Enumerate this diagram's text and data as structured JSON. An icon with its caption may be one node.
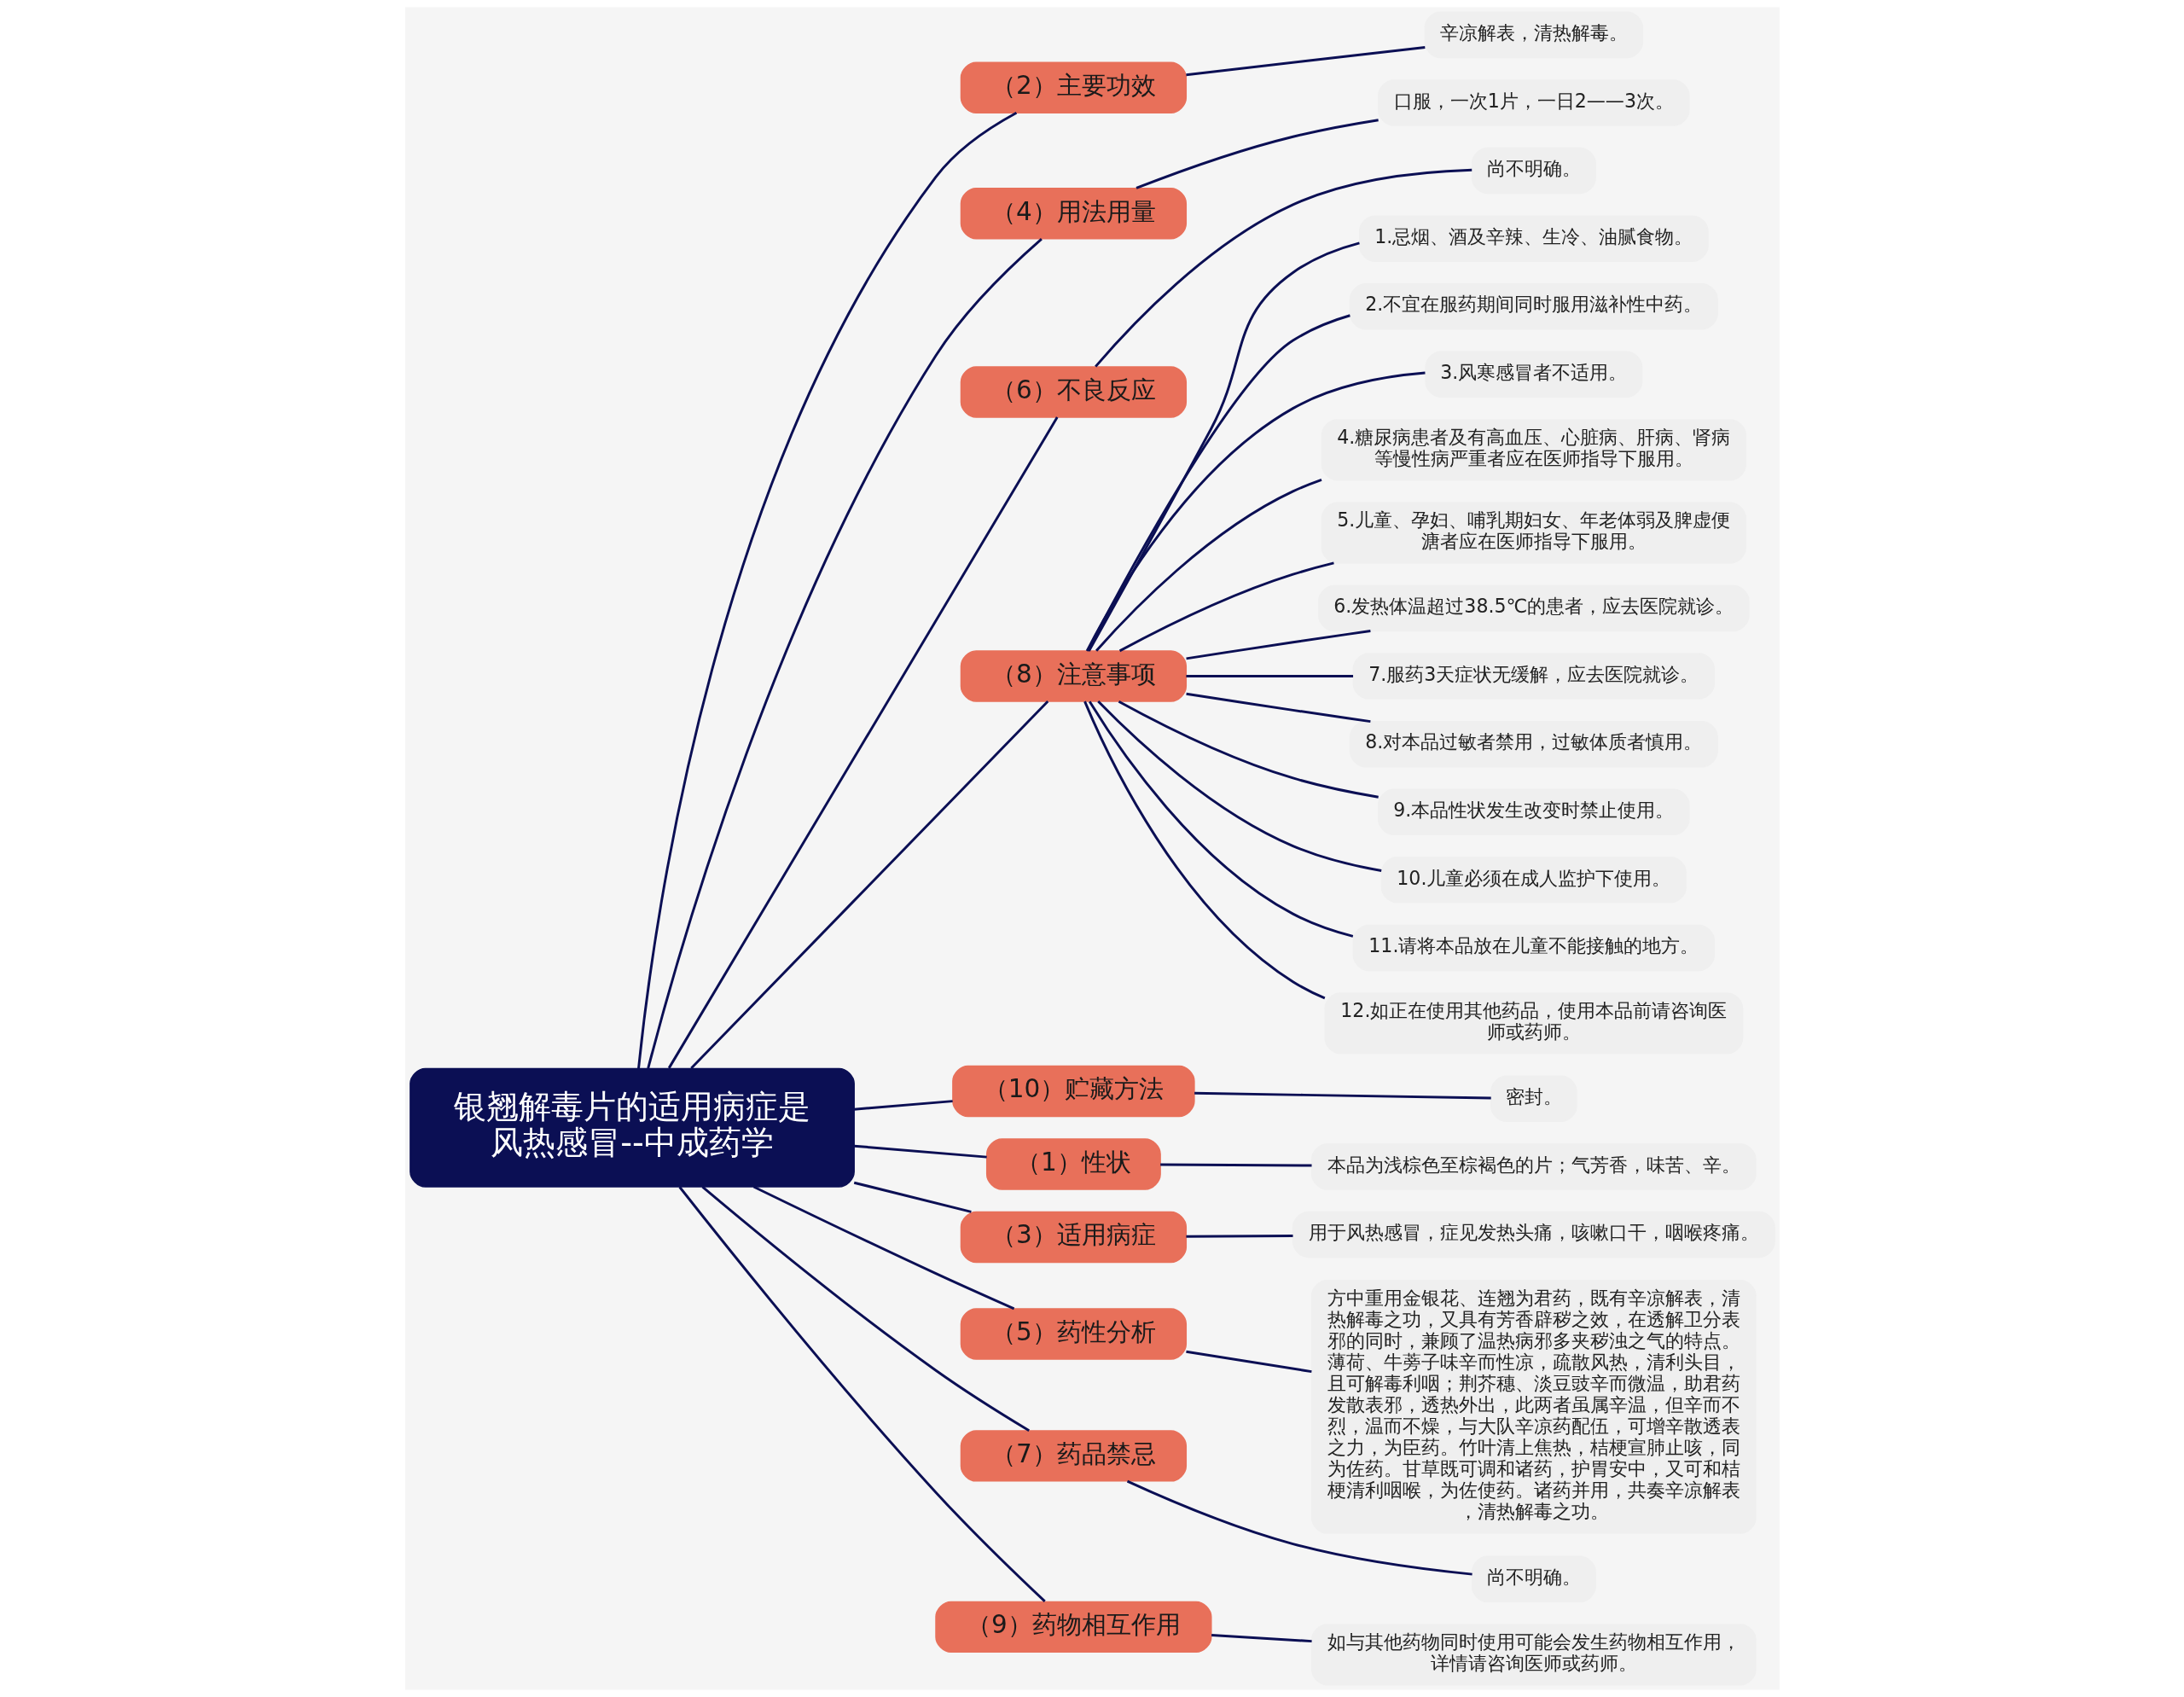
{
  "diagram": {
    "nodes": [
      {
        "text": [
          "银翘解毒片的适用病症是风热感冒--中成药学"
        ]
      },
      {
        "text": [
          "（2）主要功效"
        ]
      },
      {
        "text": [
          "辛凉解表，清热解毒。"
        ]
      },
      {
        "text": [
          "（4）用法用量"
        ]
      },
      {
        "text": [
          "口服，一次1片，一日2——3次。"
        ]
      },
      {
        "text": [
          "（6）不良反应"
        ]
      },
      {
        "text": [
          "尚不明确。"
        ]
      },
      {
        "text": [
          "（8）注意事项"
        ]
      },
      {
        "text": [
          "1.忌烟、酒及辛辣、生冷、油腻食物。"
        ]
      },
      {
        "text": [
          "2.不宜在服药期间同时服用滋补性中药。"
        ]
      },
      {
        "text": [
          "3.风寒感冒者不适用。"
        ]
      },
      {
        "text": [
          "4.糖尿病患者及有高血压、心脏病、肝病、肾病等慢性病严重者应在医师指导下服用。"
        ]
      },
      {
        "text": [
          "5.儿童、孕妇、哺乳期妇女、年老体弱及脾虚便溏者应在医师指导下服用。"
        ]
      },
      {
        "text": [
          "6.发热体温超过38.5℃的患者，应去医院就诊。"
        ]
      },
      {
        "text": [
          "7.服药3天症状无缓解，应去医院就诊。"
        ]
      },
      {
        "text": [
          "8.对本品过敏者禁用，过敏体质者慎用。"
        ]
      },
      {
        "text": [
          "9.本品性状发生改变时禁止使用。"
        ]
      },
      {
        "text": [
          "10.儿童必须在成人监护下使用。"
        ]
      },
      {
        "text": [
          "11.请将本品放在儿童不能接触的地方。"
        ]
      },
      {
        "text": [
          "12.如正在使用其他药品，使用本品前请咨询医师或药师。"
        ]
      },
      {
        "text": [
          "（10）贮藏方法"
        ]
      },
      {
        "text": [
          "密封。"
        ]
      },
      {
        "text": [
          "（1）性状"
        ]
      },
      {
        "text": [
          "本品为浅棕色至棕褐色的片；气芳香，味苦、辛。"
        ]
      },
      {
        "text": [
          "（3）适用病症"
        ]
      },
      {
        "text": [
          "用于风热感冒，症见发热头痛，咳嗽口干，咽喉疼痛。"
        ]
      },
      {
        "text": [
          "（5）药性分析"
        ]
      },
      {
        "text": [
          "方中重用金银花、连翘为君药，既有辛凉解表，清热解毒之功，又具有芳香辟秽之效，在透解卫分表邪的同时，兼顾了温热病邪多夹秽浊之气的特点。薄荷、牛蒡子味辛而性凉，疏散风热，清利头目，且可解毒利咽；荆芥穗、淡豆豉辛而微温，助君药发散表邪，透热外出，此两者虽属辛温，但辛而不烈，温而不燥，与大队辛凉药配伍，可增辛散透表之力，为臣药。竹叶清上焦热，桔梗宣肺止咳，同为佐药。甘草既可调和诸药，护胃安中，又可和桔梗清利咽喉，为佐使药。诸药并用，共奏辛凉解表，清热解毒之功。"
        ]
      },
      {
        "text": [
          "（7）药品禁忌"
        ]
      },
      {
        "text": [
          "尚不明确。"
        ]
      },
      {
        "text": [
          "（9）药物相互作用"
        ]
      },
      {
        "text": [
          "如与其他药物同时使用可能会发生药物相互作用，详情请咨询医师或药师。"
        ]
      }
    ],
    "edges": [
      {
        "from": 0,
        "to": 1,
        "arrow": "none"
      },
      {
        "from": 1,
        "to": 2,
        "arrow": "none"
      },
      {
        "from": 0,
        "to": 3,
        "arrow": "none"
      },
      {
        "from": 3,
        "to": 4,
        "arrow": "none"
      },
      {
        "from": 0,
        "to": 5,
        "arrow": "none"
      },
      {
        "from": 5,
        "to": 6,
        "arrow": "none"
      },
      {
        "from": 0,
        "to": 7,
        "arrow": "none"
      },
      {
        "from": 7,
        "to": 8,
        "arrow": "none"
      },
      {
        "from": 7,
        "to": 9,
        "arrow": "none"
      },
      {
        "from": 7,
        "to": 10,
        "arrow": "none"
      },
      {
        "from": 7,
        "to": 11,
        "arrow": "none"
      },
      {
        "from": 7,
        "to": 12,
        "arrow": "none"
      },
      {
        "from": 7,
        "to": 13,
        "arrow": "none"
      },
      {
        "from": 7,
        "to": 14,
        "arrow": "none"
      },
      {
        "from": 7,
        "to": 15,
        "arrow": "none"
      },
      {
        "from": 7,
        "to": 16,
        "arrow": "none"
      },
      {
        "from": 7,
        "to": 17,
        "arrow": "none"
      },
      {
        "from": 7,
        "to": 18,
        "arrow": "none"
      },
      {
        "from": 7,
        "to": 19,
        "arrow": "none"
      },
      {
        "from": 0,
        "to": 20,
        "arrow": "none"
      },
      {
        "from": 20,
        "to": 21,
        "arrow": "none"
      },
      {
        "from": 0,
        "to": 22,
        "arrow": "none"
      },
      {
        "from": 22,
        "to": 23,
        "arrow": "none"
      },
      {
        "from": 0,
        "to": 24,
        "arrow": "none"
      },
      {
        "from": 24,
        "to": 25,
        "arrow": "none"
      },
      {
        "from": 0,
        "to": 26,
        "arrow": "none"
      },
      {
        "from": 26,
        "to": 27,
        "arrow": "none"
      },
      {
        "from": 0,
        "to": 28,
        "arrow": "none"
      },
      {
        "from": 28,
        "to": 29,
        "arrow": "none"
      },
      {
        "from": 0,
        "to": 30,
        "arrow": "none"
      },
      {
        "from": 30,
        "to": 31,
        "arrow": "none"
      }
    ]
  }
}
